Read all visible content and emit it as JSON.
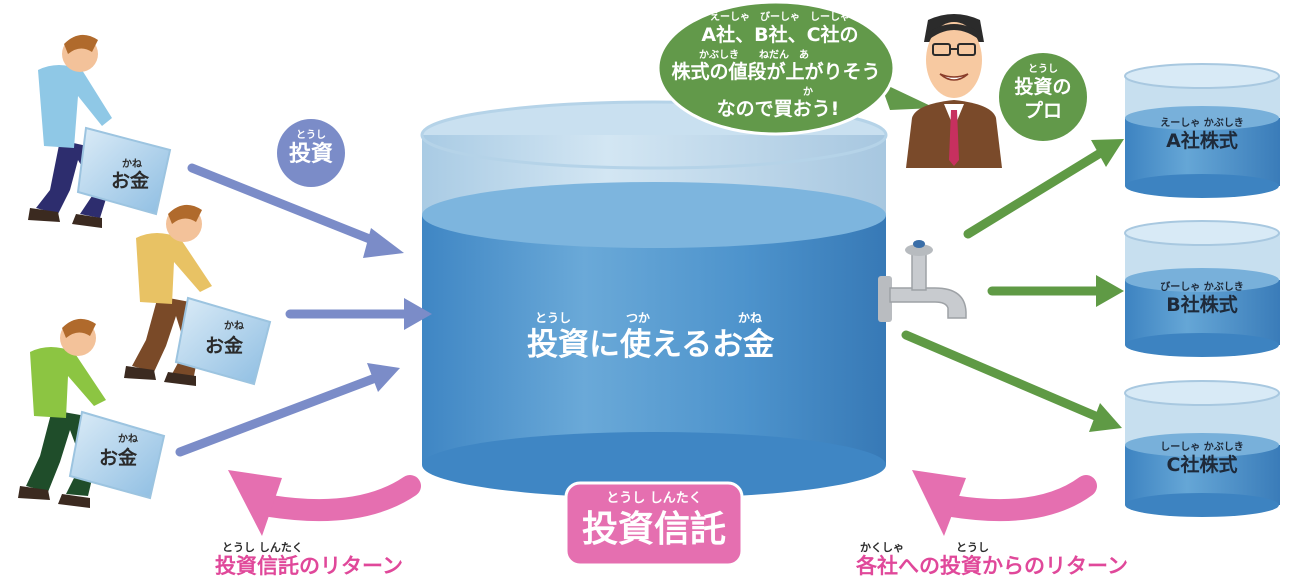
{
  "person_bucket_label": "お金",
  "person_bucket_reading": "かね",
  "invest_badge": {
    "label": "投資",
    "reading": "とうし"
  },
  "tank": {
    "label": "投資に使えるお金",
    "reading_1": "とうし",
    "reading_2": "つか",
    "reading_3": "かね"
  },
  "fund_badge": {
    "label": "投資信託",
    "reading": "とうし しんたく"
  },
  "speech": {
    "line1": "A社、B社、C社の",
    "line1_reading": "えーしゃ　びーしゃ　しーしゃ",
    "line2": "株式の値段が上がりそう",
    "line2_reading": "かぶしき　　ねだん　あ",
    "line3": "なので買おう!",
    "line3_reading": "か"
  },
  "pro_badge": {
    "line1": "投資の",
    "line2": "プロ",
    "reading": "とうし"
  },
  "stocks": [
    {
      "label": "A社株式",
      "reading": "えーしゃ かぶしき"
    },
    {
      "label": "B社株式",
      "reading": "びーしゃ かぶしき"
    },
    {
      "label": "C社株式",
      "reading": "しーしゃ かぶしき"
    }
  ],
  "return_fund": {
    "label": "投資信託のリターン",
    "reading": "とうし しんたく"
  },
  "return_companies": {
    "label": "各社への投資からのリターン",
    "reading_1": "かくしゃ",
    "reading_2": "とうし"
  },
  "colors": {
    "water": "#4f97cf",
    "tank_glass": "#bcd7ea",
    "blue_arrow": "#7b8cc8",
    "green_arrow": "#5f9a45",
    "pink": "#e56fb0",
    "speech_green": "#62994a",
    "pink_text": "#e0489a",
    "dark_text": "#2b2b2b"
  }
}
